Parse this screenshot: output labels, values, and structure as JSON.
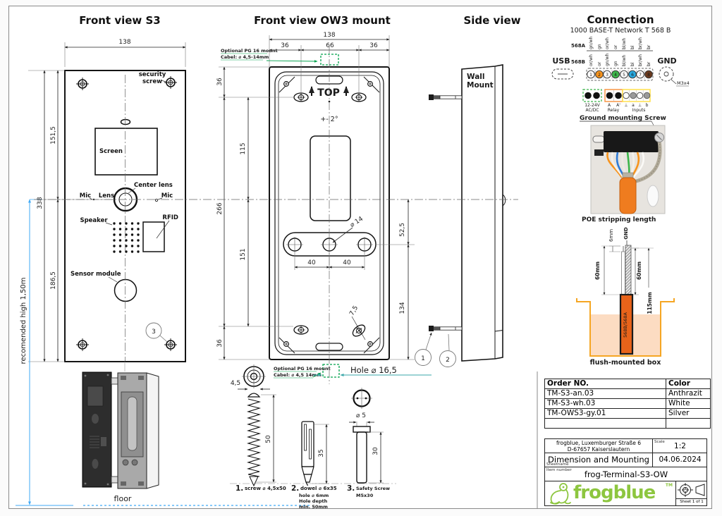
{
  "titles": {
    "front_s3": "Front view S3",
    "ow3": "Front view OW3 mount",
    "side": "Side view",
    "connection": "Connection"
  },
  "front_s3": {
    "dim_width": "138",
    "dim_upper": "151,5",
    "dim_total": "338",
    "dim_lower": "186,5",
    "recommended_height": "recomended high 1,50m",
    "security_line1": "security",
    "security_line2": "screw",
    "screen": "Screen",
    "center_lens": "Center lens",
    "mic_left": "Mic",
    "lens": "Lens",
    "mic_right": "Mic",
    "speaker": "Speaker",
    "rfid": "RFID",
    "sensor_module": "Sensor module",
    "callout": "3",
    "floor": "floor"
  },
  "ow3": {
    "dim_width": "138",
    "dim_left_seg": "36",
    "dim_mid_seg": "66",
    "dim_right_seg": "36",
    "dim_top_offset": "36",
    "dim_screen": "115",
    "dim_screw_span": "266",
    "dim_lower": "151",
    "dim_bottom_offset": "36",
    "dim_hole_offset": "52,5",
    "dim_bottom_span": "134",
    "dia_hole": "⌀ 14",
    "dim_40a": "40",
    "dim_40b": "40",
    "slot_angle": "7,5",
    "tolerance": "+- 2°",
    "top_label": "TOP",
    "pg_top_line1": "Optional PG 16 mount",
    "pg_top_line2": "Cabel: ⌀ 4,5-14mm",
    "pg_bottom_line1": "Optional PG 16 mount",
    "pg_bottom_line2": "Cabel: ⌀ 4,5 14mm",
    "hole_note": "Hole ⌀ 16,5"
  },
  "hardware": {
    "item1_num": "1.",
    "item1_label": "screw ⌀ 4,5x50",
    "item1_head": "4,5",
    "item1_len": "50",
    "item2_num": "2.",
    "item2_label": "dowel ⌀ 6x35",
    "item2_sub1": "hole ⌀ 6mm",
    "item2_sub2": "Hole depth",
    "item2_sub3": "min. 50mm",
    "item2_len": "35",
    "item3_num": "3.",
    "item3_label": "Safety Screw",
    "item3_sub": "M5x30",
    "item3_dia": "⌀ 5",
    "item3_len": "30"
  },
  "side": {
    "wall_line1": "Wall",
    "wall_line2": "Mount",
    "callout1": "1",
    "callout2": "2"
  },
  "connection": {
    "subtitle": "1000 BASE-T Network T 568 B",
    "label_568a": "568A",
    "label_568b": "568B",
    "wires_568a": [
      "gn/wh",
      "gn",
      "or/wh",
      "or",
      "bl/wh",
      "bl",
      "br/wh",
      "br"
    ],
    "wires_568b": [
      "or/wh",
      "or",
      "gn/wh",
      "gn",
      "bl/wh",
      "bl",
      "br/wh",
      "br"
    ],
    "pins": [
      "1",
      "2",
      "3",
      "4",
      "5",
      "6",
      "7",
      "8"
    ],
    "pin_colors": [
      "#ffffff",
      "#f7941d",
      "#ffffff",
      "#3cb54a",
      "#ffffff",
      "#29abe2",
      "#ffffff",
      "#6b3a1e"
    ],
    "usb": "USB",
    "gnd": "GND",
    "gnd_thread": "M3x4",
    "power_line1": "12-24V",
    "power_line2": "AC/DC",
    "relay_a": "A",
    "relay_a2": "A'",
    "relay_label": "Relay",
    "in_t1": "⊥",
    "in_a": "a",
    "in_t2": "⊥",
    "in_b": "b",
    "inputs_label": "Inputs",
    "ground_screw": "Ground mounting Screw",
    "poe_label": "POE stripping length",
    "poe_6mm": "6mm",
    "poe_gnd": "GND",
    "poe_60l": "60mm",
    "poe_60r": "60mm",
    "poe_115": "115mm",
    "poe_cable": "568B/568A",
    "flush_box": "flush-mounted box"
  },
  "order_table": {
    "headers": [
      "Order NO.",
      "Color"
    ],
    "rows": [
      [
        "TM-S3-an.03",
        "Anthrazit"
      ],
      [
        "TM-S3-wh.03",
        "White"
      ],
      [
        "TM-OWS3-gy.01",
        "Silver"
      ],
      [
        "",
        ""
      ]
    ]
  },
  "title_block": {
    "company_line1": "frogblue, Luxemburger Straße 6",
    "company_line2": "D-67657 Kaiserslautern",
    "scale_label": "Scale",
    "scale_value": "1:2",
    "sheetname_label": "Sheetname",
    "sheetname": "Dimension and Mounting",
    "date": "04.06.2024",
    "item_label": "Item number",
    "item_number": "frog-Terminal-S3-OW",
    "brand": "frogblue",
    "brand_tm": "TM",
    "sheet_info": "Sheet 1 of 1"
  },
  "colors": {
    "note_green": "#00a14b",
    "teal": "#3aa7a9",
    "blue": "#3fa9f5",
    "cable_orange": "#e8631a",
    "box_orange": "#f5a623",
    "logo_green": "#8dc63f"
  }
}
